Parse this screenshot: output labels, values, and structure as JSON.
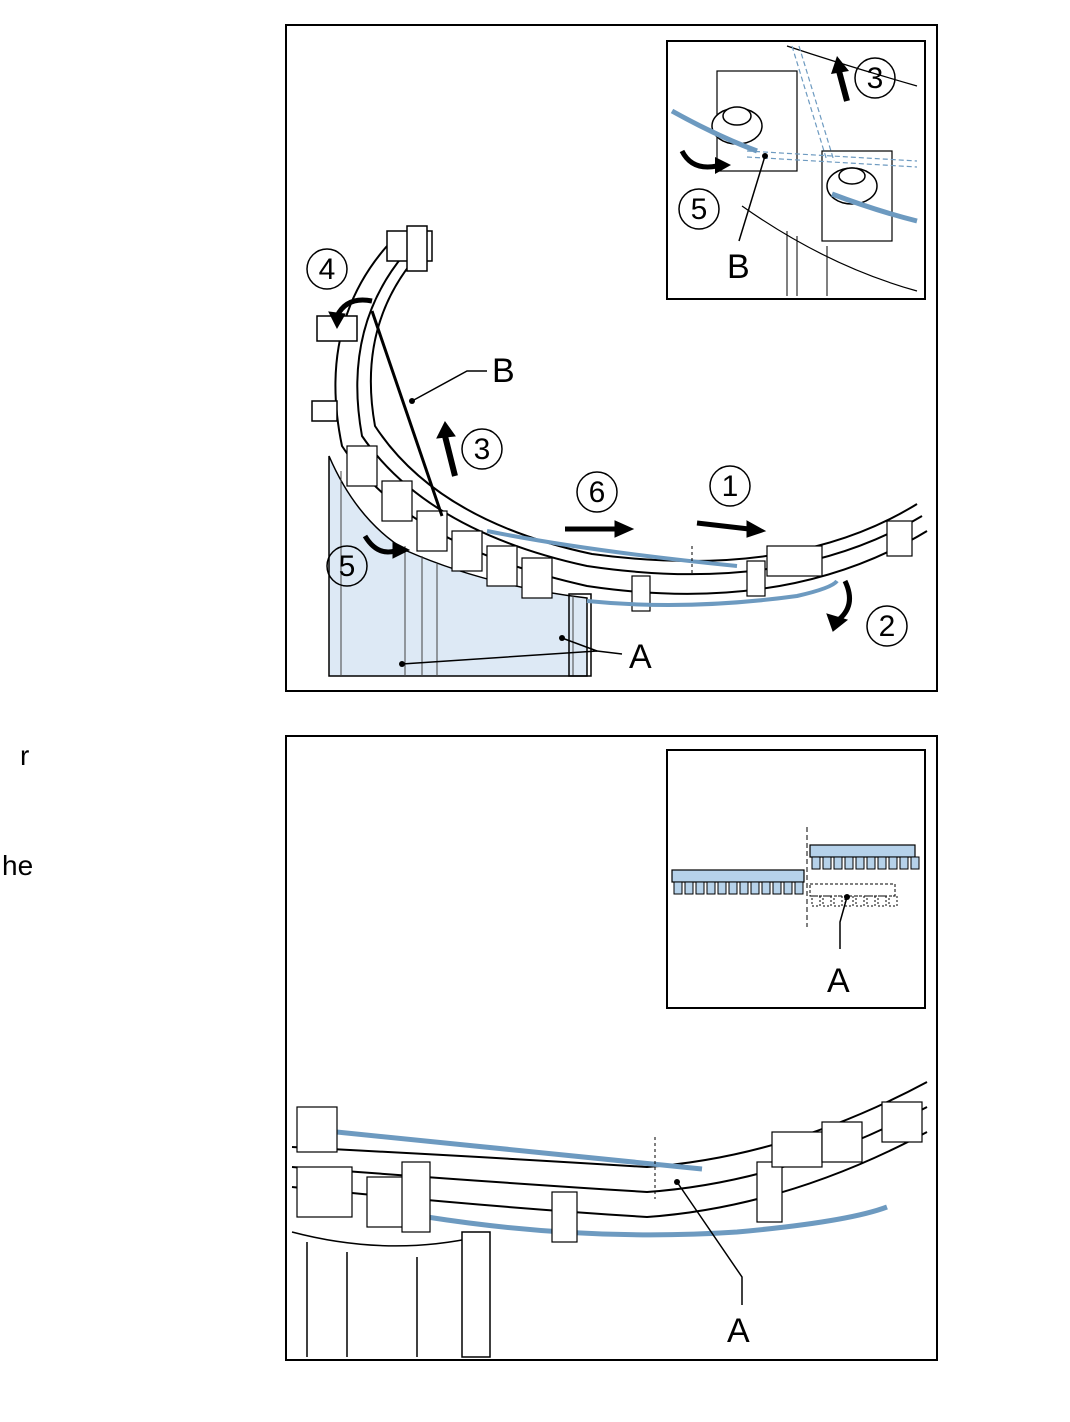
{
  "side_text": {
    "fragment_1": "r",
    "fragment_2": "he"
  },
  "figure_top": {
    "callouts": {
      "step_1": "1",
      "step_2": "2",
      "step_3": "3",
      "step_4": "4",
      "step_5": "5",
      "step_6": "6",
      "label_a": "A",
      "label_b": "B"
    },
    "inset": {
      "step_3": "3",
      "step_5": "5",
      "label_b": "B"
    }
  },
  "figure_bottom": {
    "label_a": "A",
    "inset": {
      "label_a": "A"
    }
  },
  "colors": {
    "belt": "#6d9ac0",
    "belt_fill": "#b6d2ea",
    "door_panel": "#dde9f5",
    "line": "#000000",
    "rail": "#555555"
  }
}
